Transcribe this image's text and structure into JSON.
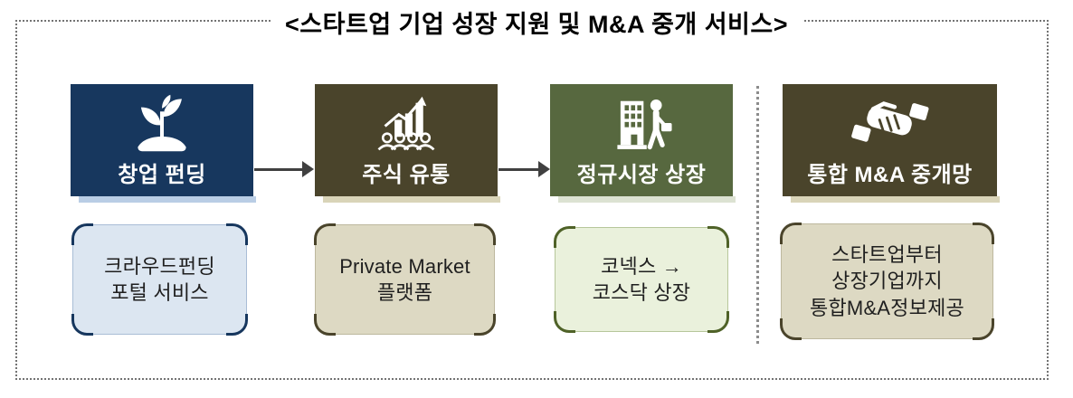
{
  "title": "<스타트업 기업 성장 지원 및 M&A 중개 서비스>",
  "colors": {
    "frame_border": "#737373",
    "title_text": "#000000",
    "arrow": "#404040",
    "divider": "#8C8C8C",
    "detail_text": "#1F1F1F",
    "stage_label_text": "#FFFFFF"
  },
  "columns": [
    {
      "stage": {
        "label": "창업 펀딩",
        "icon": "seedling-icon",
        "bg": "#17375E",
        "shadow": "#B9CDE5"
      },
      "detail": {
        "text": "크라우드펀딩\n포털 서비스",
        "bg": "#DCE6F1",
        "accent": "#17375E",
        "border": "#A9BDD6"
      }
    },
    {
      "stage": {
        "label": "주식 유통",
        "icon": "growth-chart-crowd-icon",
        "bg": "#4A442B",
        "shadow": "#D9D4B8"
      },
      "detail": {
        "text": "Private Market\n플랫폼",
        "bg": "#DDD9C3",
        "accent": "#4A442B",
        "border": "#BDB89E"
      }
    },
    {
      "stage": {
        "label": "정규시장 상장",
        "icon": "building-person-icon",
        "bg": "#57683F",
        "shadow": "#DCE2D2"
      },
      "detail": {
        "text": "코넥스 →\n코스닥 상장",
        "bg": "#EAF1DC",
        "accent": "#4F6228",
        "border": "#B7C79B"
      }
    },
    {
      "stage": {
        "label": "통합 M&A 중개망",
        "icon": "handshake-icon",
        "bg": "#4A442B",
        "shadow": "#D9D4B8"
      },
      "detail": {
        "text": "스타트업부터\n상장기업까지\n통합M&A정보제공",
        "bg": "#DDD9C3",
        "accent": "#4A442B",
        "border": "#BDB89E"
      }
    }
  ]
}
